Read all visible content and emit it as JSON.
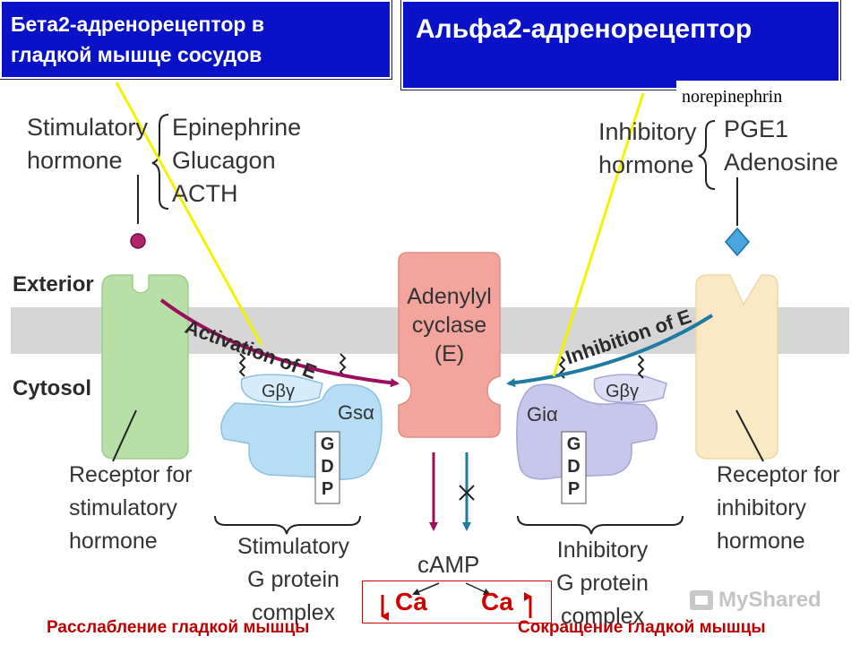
{
  "header": {
    "beta_title_line1": "Бета2-адренорецептор в",
    "beta_title_line2": "гладкой мышце сосудов",
    "alpha_title": "Альфа2-адренорецептор",
    "norepinephrine_label": "norepinephrin"
  },
  "left": {
    "stim_hormone_line1": "Stimulatory",
    "stim_hormone_line2": "hormone",
    "hormones": [
      "Epinephrine",
      "Glucagon",
      "ACTH"
    ],
    "receptor_line1": "Receptor for",
    "receptor_line2": "stimulatory",
    "receptor_line3": "hormone",
    "complex_line1": "Stimulatory",
    "complex_line2": "G protein",
    "complex_line3": "complex",
    "arrow_label": "Activation of E",
    "g_beta_gamma": "Gβγ",
    "g_s_alpha": "Gsα",
    "gdp": [
      "G",
      "D",
      "P"
    ]
  },
  "right": {
    "inhib_hormone_line1": "Inhibitory",
    "inhib_hormone_line2": "hormone",
    "hormones": [
      "PGE1",
      "Adenosine"
    ],
    "receptor_line1": "Receptor for",
    "receptor_line2": "inhibitory",
    "receptor_line3": "hormone",
    "complex_line1": "Inhibitory",
    "complex_line2": "G protein",
    "complex_line3": "complex",
    "arrow_label": "Inhibition of E",
    "g_beta_gamma": "Gβγ",
    "g_i_alpha": "Giα",
    "gdp": [
      "G",
      "D",
      "P"
    ]
  },
  "center": {
    "exterior": "Exterior",
    "cytosol": "Cytosol",
    "enzyme_line1": "Adenylyl",
    "enzyme_line2": "cyclase",
    "enzyme_line3": "(E)",
    "camp": "cAMP",
    "ca_left": "Ca",
    "ca_right": "Ca"
  },
  "footer": {
    "left_caption": "Расслабление гладкой мышцы",
    "right_caption": "Сокращение гладкой мышцы"
  },
  "watermark": "MyShared",
  "colors": {
    "header_bg": "#0a12c8",
    "membrane": "#d6d6d6",
    "stim_receptor": "#b8dfa8",
    "inhib_receptor": "#fbe9c5",
    "adenylyl_cyclase": "#f3a59d",
    "gs_protein": "#b6ddf3",
    "gi_protein": "#c7c7eb",
    "activation_arrow": "#9b0f5e",
    "inhibition_arrow": "#1f7ba0",
    "pointer": "#f3f300",
    "caption_red": "#c00000"
  }
}
